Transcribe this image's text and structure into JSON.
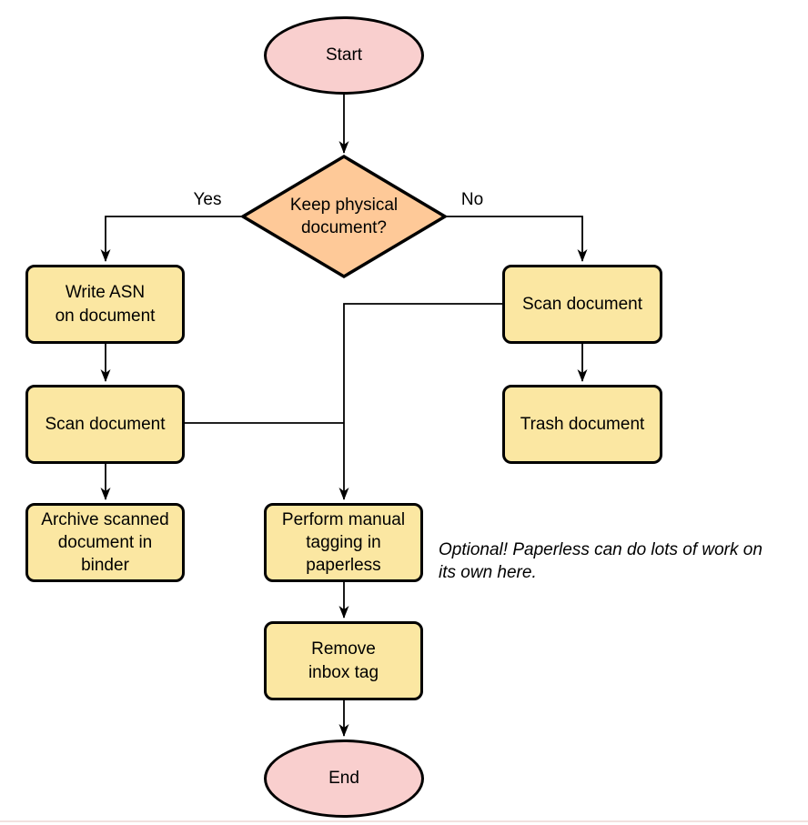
{
  "diagram": {
    "title": "document-intake-flowchart",
    "colors": {
      "terminal_fill": "#F9CFCE",
      "decision_fill": "#FEC998",
      "process_fill": "#FBE7A2",
      "stroke": "#000000",
      "background": "#FFFFFF"
    },
    "nodes": {
      "start": {
        "label": "Start",
        "type": "terminal"
      },
      "decision": {
        "label": "Keep physical\ndocument?",
        "type": "decision"
      },
      "write_asn": {
        "label": "Write ASN\non document",
        "type": "process"
      },
      "scan_left": {
        "label": "Scan document",
        "type": "process"
      },
      "archive": {
        "label": "Archive scanned\ndocument in\nbinder",
        "type": "process"
      },
      "scan_right": {
        "label": "Scan document",
        "type": "process"
      },
      "trash": {
        "label": "Trash document",
        "type": "process"
      },
      "tagging": {
        "label": "Perform manual\ntagging in\npaperless",
        "type": "process"
      },
      "remove_inbox": {
        "label": "Remove\ninbox tag",
        "type": "process"
      },
      "end": {
        "label": "End",
        "type": "terminal"
      }
    },
    "edge_labels": {
      "yes": "Yes",
      "no": "No"
    },
    "annotation": "Optional! Paperless can do lots of work on\nits own here."
  }
}
